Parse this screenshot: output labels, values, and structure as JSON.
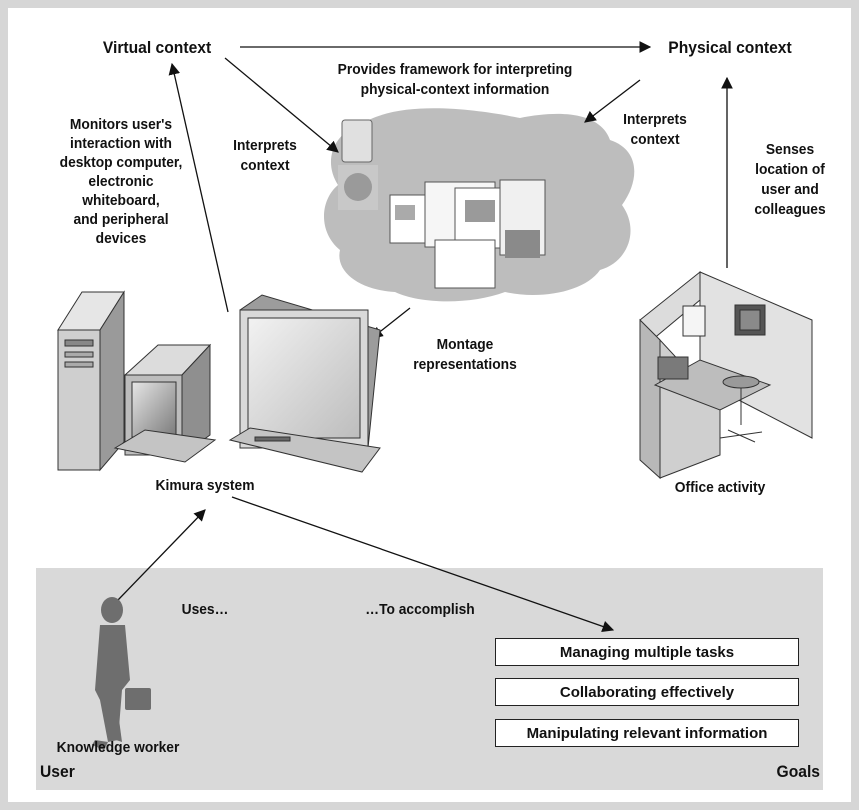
{
  "labels": {
    "virtual_context": "Virtual context",
    "physical_context": "Physical context",
    "framework_line1": "Provides framework for interpreting",
    "framework_line2": "physical-context information",
    "monitors_line1": "Monitors user's",
    "monitors_line2": "interaction with",
    "monitors_line3": "desktop computer,",
    "monitors_line4": "electronic",
    "monitors_line5": "whiteboard,",
    "monitors_line6": "and peripheral",
    "monitors_line7": "devices",
    "interprets_left_line1": "Interprets",
    "interprets_left_line2": "context",
    "interprets_right_line1": "Interprets",
    "interprets_right_line2": "context",
    "senses_line1": "Senses",
    "senses_line2": "location of",
    "senses_line3": "user and",
    "senses_line4": "colleagues",
    "montage_line1": "Montage",
    "montage_line2": "representations",
    "kimura": "Kimura system",
    "office": "Office activity",
    "uses": "Uses…",
    "accomplish": "…To accomplish",
    "knowledge_worker": "Knowledge worker",
    "user": "User",
    "goals_title": "Goals"
  },
  "goals": [
    "Managing multiple tasks",
    "Collaborating effectively",
    "Manipulating relevant information"
  ],
  "colors": {
    "frame": "#d6d6d6",
    "band": "#d9d9d9",
    "cloud": "#bdbdbd",
    "silhouette": "#6e6e6e"
  }
}
